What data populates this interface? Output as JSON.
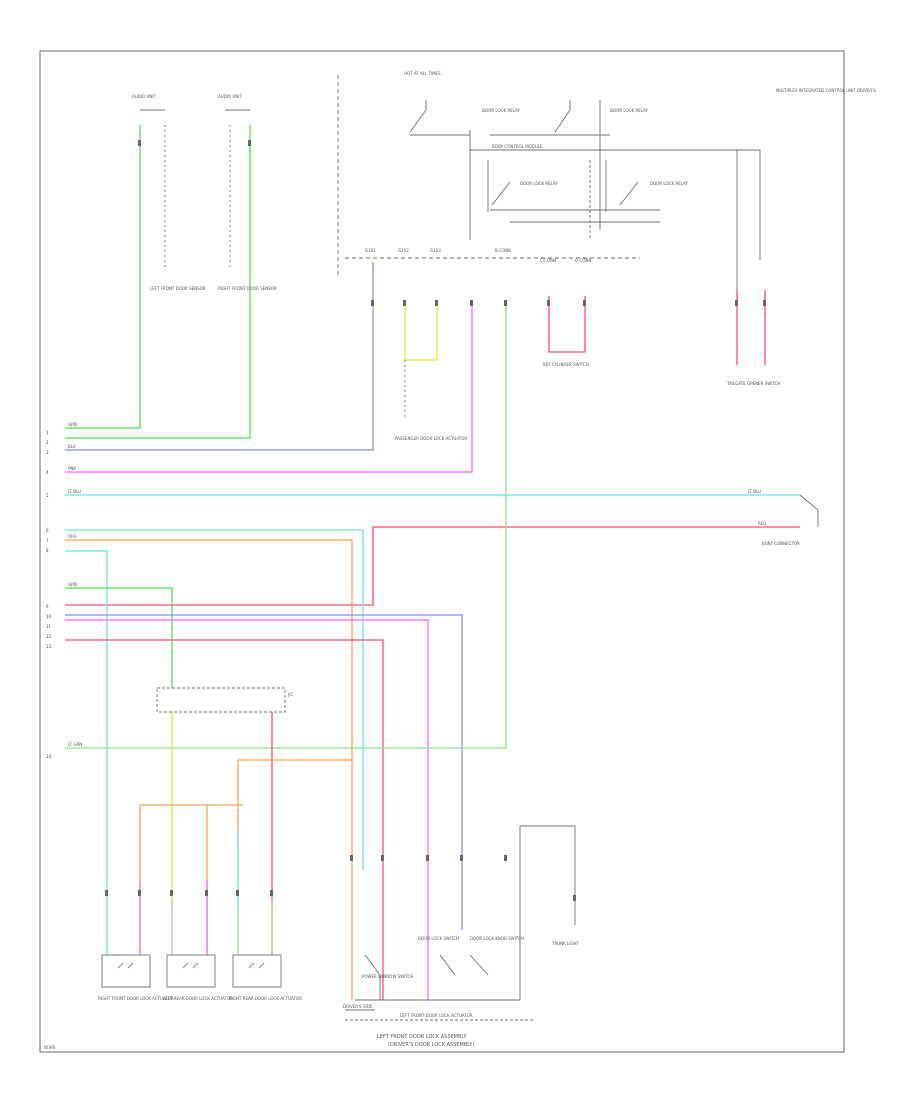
{
  "sheet": {
    "corner_label": "W.WS",
    "left_pins": [
      "1",
      "2",
      "3",
      "4",
      "5",
      "6",
      "7",
      "8",
      "9",
      "10",
      "11",
      "12",
      "13",
      "14"
    ]
  },
  "wires": [
    {
      "name": "GRN",
      "color": "#55e055"
    },
    {
      "name": "BLU",
      "color": "#8c8cff"
    },
    {
      "name": "PNK",
      "color": "#ff66ff"
    },
    {
      "name": "LT BLU",
      "color": "#66e6e6"
    },
    {
      "name": "RED",
      "color": "#ff4c6e"
    },
    {
      "name": "ORG",
      "color": "#ffa24d"
    },
    {
      "name": "YEL",
      "color": "#e6e640"
    },
    {
      "name": "LT GRN",
      "color": "#8fe68f"
    },
    {
      "name": "BLK",
      "color": "#8a8a8a"
    }
  ],
  "labels": {
    "top_left_conn_a": "AUDIO UNIT",
    "top_left_conn_b": "AUDIO UNIT",
    "sensor_a": "LEFT FRONT DOOR SENSOR",
    "sensor_b": "RIGHT FRONT DOOR SENSOR",
    "hot_at_all_times": "HOT AT ALL TIMES",
    "relay_a": "DOOR LOCK RELAY",
    "relay_b": "DOOR LOCK RELAY",
    "relay_c": "DOOR LOCK RELAY",
    "relay_d": "DOOR LOCK RELAY",
    "integrated_unit": "BODY CONTROL MODULE",
    "right_note": "MULTIPLEX INTEGRATED CONTROL UNIT DRIVER'S",
    "top_connectors": [
      "G101",
      "G102",
      "G103",
      "B-CONN",
      "C-CONN",
      "D-CONN"
    ],
    "key_switch": "KEY CYLINDER SWITCH",
    "passenger_switch": "PASSENGER DOOR LOCK ACTUATOR",
    "tailgate_switch": "TAILGATE OPENER SWITCH",
    "junction": "JOINT CONNECTOR",
    "bottom_conn": "J/C",
    "actuator_1": "RIGHT FRONT DOOR LOCK ACTUATOR",
    "actuator_2": "LEFT REAR DOOR LOCK ACTUATOR",
    "actuator_3": "RIGHT REAR DOOR LOCK ACTUATOR",
    "driver_switch_a": "POWER WINDOW SWITCH",
    "driver_switch_b": "DOOR LOCK SWITCH",
    "driver_switch_c": "DOOR LOCK KNOB SWITCH",
    "driver_lower": "DRIVER'S SIDE",
    "light": "TRUNK LIGHT",
    "bottom_bus": "LEFT FRONT DOOR LOCK ACTUATOR",
    "bottom_caption_1": "LEFT FRONT DOOR LOCK ASSEMBLY",
    "bottom_caption_2": "(DRIVER'S DOOR LOCK ASSEMBLY)"
  }
}
